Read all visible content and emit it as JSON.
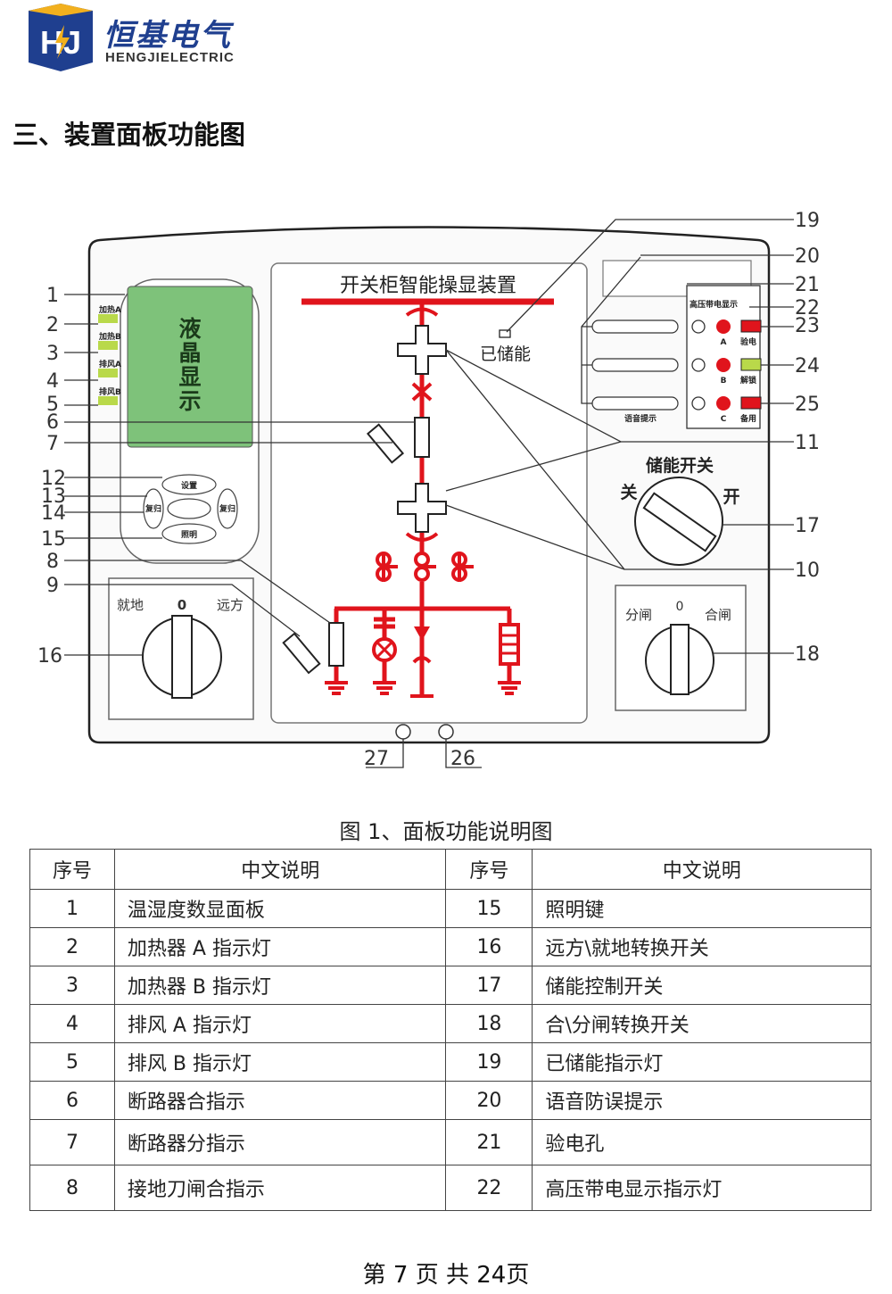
{
  "header": {
    "brand_cn": "恒基电气",
    "brand_en": "HENGJIELECTRIC",
    "logo_letters": "HJ"
  },
  "section_title": "三、装置面板功能图",
  "diagram": {
    "panel_title": "开关柜智能操显装置",
    "lcd_text": [
      "液",
      "晶",
      "显",
      "示"
    ],
    "led_labels": [
      "加热A",
      "加热B",
      "排风A",
      "排风B"
    ],
    "keys": {
      "top": "设置",
      "left": "复归",
      "right": "复归",
      "bottom": "照明"
    },
    "local_remote_switch": {
      "left": "就地",
      "mid": "0",
      "right": "远方"
    },
    "stored_energy_label": "已储能",
    "hv_display_title": "高压带电显示",
    "phase_labels": [
      "A",
      "B",
      "C"
    ],
    "hv_right_labels": [
      "验电",
      "解锁",
      "备用"
    ],
    "voice_label": "语音提示",
    "storage_switch": {
      "title": "储能开关",
      "off": "关",
      "on": "开"
    },
    "open_close_switch": {
      "left": "分闸",
      "mid": "0",
      "right": "合闸"
    },
    "callouts_left": [
      "1",
      "2",
      "3",
      "4",
      "5",
      "6",
      "7",
      "12",
      "13",
      "14",
      "15",
      "8",
      "9",
      "16"
    ],
    "callouts_right": [
      "19",
      "20",
      "21",
      "22",
      "23",
      "24",
      "25",
      "11",
      "17",
      "10",
      "18"
    ],
    "callouts_bottom": [
      "27",
      "26"
    ],
    "colors": {
      "bus": "#e0141c",
      "lcd": "#7ec27a",
      "led": "#b9d94a",
      "frame": "#222222"
    }
  },
  "figure_caption": "图 1、面板功能说明图",
  "table": {
    "headers": [
      "序号",
      "中文说明",
      "序号",
      "中文说明"
    ],
    "rows": [
      [
        "1",
        "温湿度数显面板",
        "15",
        "照明键"
      ],
      [
        "2",
        "加热器 A 指示灯",
        "16",
        "远方\\就地转换开关"
      ],
      [
        "3",
        "加热器 B 指示灯",
        "17",
        "储能控制开关"
      ],
      [
        "4",
        "排风 A 指示灯",
        "18",
        "合\\分闸转换开关"
      ],
      [
        "5",
        "排风 B 指示灯",
        "19",
        "已储能指示灯"
      ],
      [
        "6",
        "断路器合指示",
        "20",
        "语音防误提示"
      ],
      [
        "7",
        "断路器分指示",
        "21",
        "验电孔"
      ],
      [
        "8",
        "接地刀闸合指示",
        "22",
        "高压带电显示指示灯"
      ]
    ]
  },
  "footer": "第  7  页  共  24页"
}
